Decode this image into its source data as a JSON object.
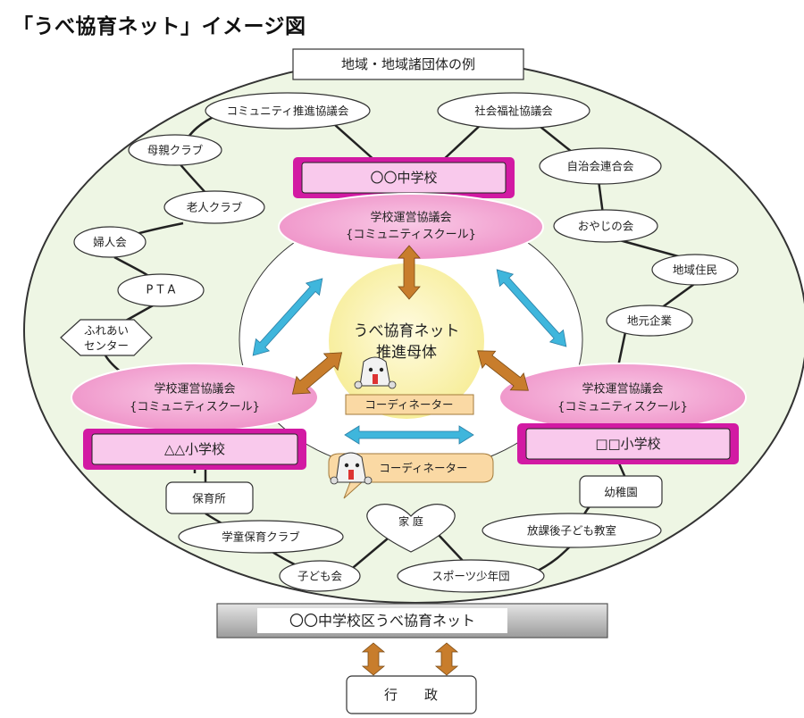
{
  "title": "「うべ協育ネット」イメージ図",
  "region_label": "地域・地域諸団体の例",
  "center": {
    "line1": "うべ協育ネット",
    "line2": "推進母体"
  },
  "schools": {
    "junior_high": "〇〇中学校",
    "elementary_left": "△△小学校",
    "elementary_right": "□□小学校"
  },
  "councils": {
    "line1": "学校運営協議会",
    "line2": "{コミュニティスクール}"
  },
  "coordinator_label": "コーディネーター",
  "organizations": {
    "community_council": "コミュニティ推進協議会",
    "mothers_club": "母親クラブ",
    "elders_club": "老人クラブ",
    "womens_assoc": "婦人会",
    "pta": "P T A",
    "fureai_line1": "ふれあい",
    "fureai_line2": "センター",
    "social_welfare": "社会福祉協議会",
    "residents_assoc": "自治会連合会",
    "fathers_club": "おやじの会",
    "local_residents": "地域住民",
    "local_business": "地元企業",
    "nursery": "保育所",
    "after_school_care": "学童保育クラブ",
    "childrens_assoc": "子ども会",
    "family": "家 庭",
    "sports_youth": "スポーツ少年団",
    "after_school_class": "放課後子ども教室",
    "kindergarten": "幼稚園"
  },
  "network_bar": "〇〇中学校区うべ協育ネット",
  "government": "行　　政",
  "colors": {
    "council_pink": "#f4a6d3",
    "school_magenta": "#d21aa3",
    "school_fill": "#f9c9ec",
    "center_yellow": "#f9f2a6",
    "cyan_arrow": "#3fb6dc",
    "brown_arrow": "#c87d2c",
    "outer_fill": "#eef6e4",
    "label_tan": "#fad9a4",
    "bar_gray": "#c8c8c8"
  }
}
